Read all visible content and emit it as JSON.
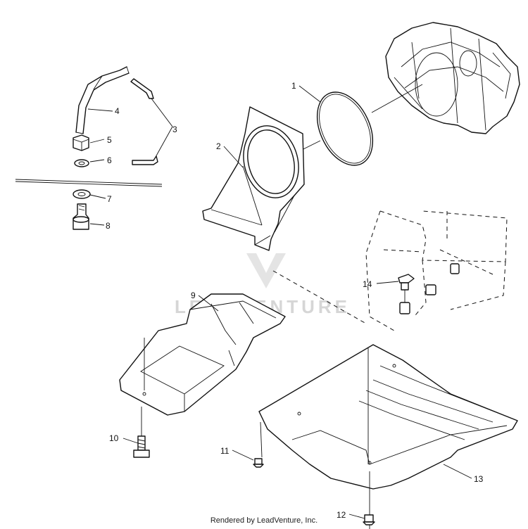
{
  "watermark": {
    "text": "LEADVENTURE"
  },
  "footer": {
    "text": "Rendered by LeadVenture, Inc."
  },
  "callouts": {
    "c1": "1",
    "c2": "2",
    "c3": "3",
    "c4": "4",
    "c5": "5",
    "c6": "6",
    "c7": "7",
    "c8": "8",
    "c9": "9",
    "c10": "10",
    "c11": "11",
    "c12": "12",
    "c13": "13",
    "c14": "14"
  }
}
